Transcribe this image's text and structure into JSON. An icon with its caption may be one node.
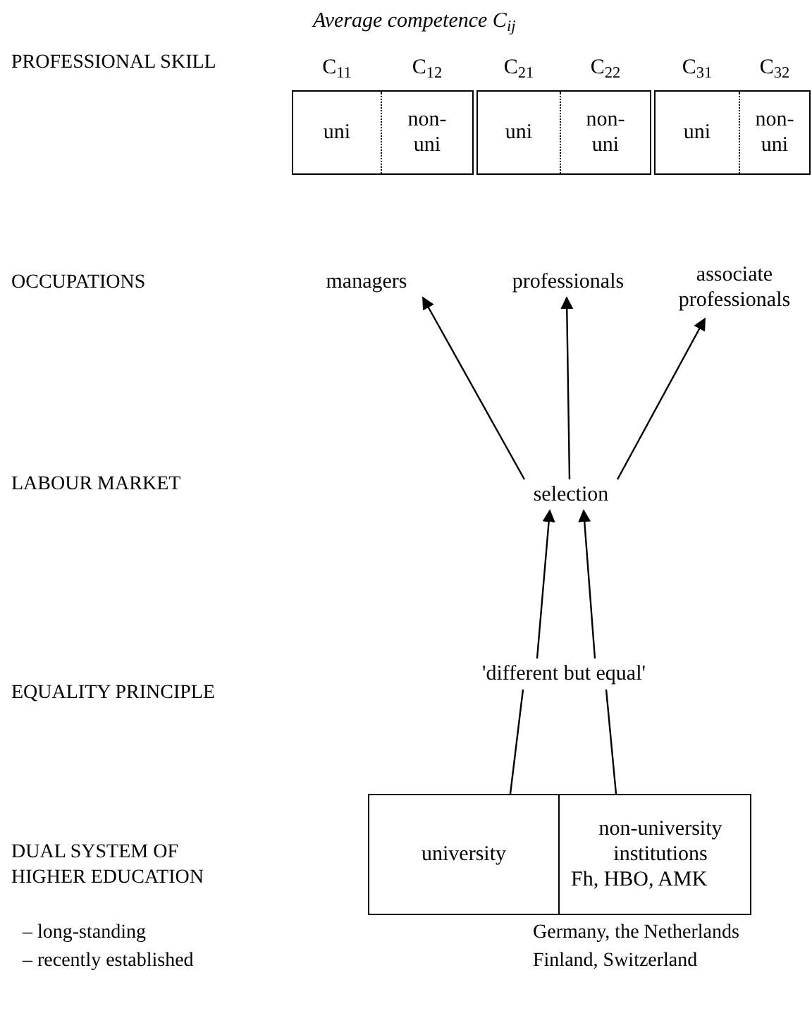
{
  "diagram": {
    "nodes": [
      {
        "text": [],
        "shape": "box"
      },
      {
        "text": [
          "uni"
        ],
        "in": 0,
        "beside": [
          "C$_{11}$"
        ]
      },
      {
        "text": [
          "non- uni"
        ],
        "in": 0,
        "beside": [
          "C$_{12}$"
        ]
      },
      {
        "text": [],
        "shape": "box"
      },
      {
        "text": [
          "uni"
        ],
        "in": 3,
        "beside": [
          "C$_{21}$"
        ]
      },
      {
        "text": [
          "non- uni"
        ],
        "in": 3,
        "beside": [
          "C$_{22}$"
        ]
      },
      {
        "text": [],
        "shape": "box"
      },
      {
        "text": [
          "uni"
        ],
        "in": 6,
        "beside": [
          "C$_{31}$"
        ]
      },
      {
        "text": [
          "non- uni"
        ],
        "in": 6,
        "beside": [
          "C$_{32}$"
        ]
      },
      {
        "text": [
          "managers"
        ]
      },
      {
        "text": [
          "professionals"
        ]
      },
      {
        "text": [
          "associate professionals"
        ]
      },
      {
        "text": [
          "selection"
        ]
      },
      {
        "text": [
          "'different but equal'"
        ]
      },
      {
        "text": [],
        "shape": "box"
      },
      {
        "text": [
          "university"
        ],
        "in": 14
      },
      {
        "text": [
          "non-university institutions",
          "Fh, HBO, AMK"
        ],
        "in": 14
      }
    ],
    "edges": [
      {
        "from": 12,
        "to": 9,
        "arrow": "to"
      },
      {
        "from": 12,
        "to": 10,
        "arrow": "to"
      },
      {
        "from": 12,
        "to": 11,
        "arrow": "to"
      },
      {
        "from": 13,
        "to": 12,
        "arrow": "to"
      },
      {
        "from": 13,
        "to": 12,
        "arrow": "to"
      },
      {
        "from": 15,
        "to": 13,
        "arrow": "none"
      },
      {
        "from": 16,
        "to": 13,
        "arrow": "none"
      }
    ],
    "labels": [
      "Average competence C$_{ij}$",
      "PROFESSIONAL SKILL",
      "OCCUPATIONS",
      "LABOUR MARKET",
      "EQUALITY PRINCIPLE",
      "DUAL SYSTEM OF HIGHER EDUCATION",
      "– long-standing",
      "Germany, the Netherlands",
      "– recently established",
      "Finland, Switzerland"
    ]
  }
}
